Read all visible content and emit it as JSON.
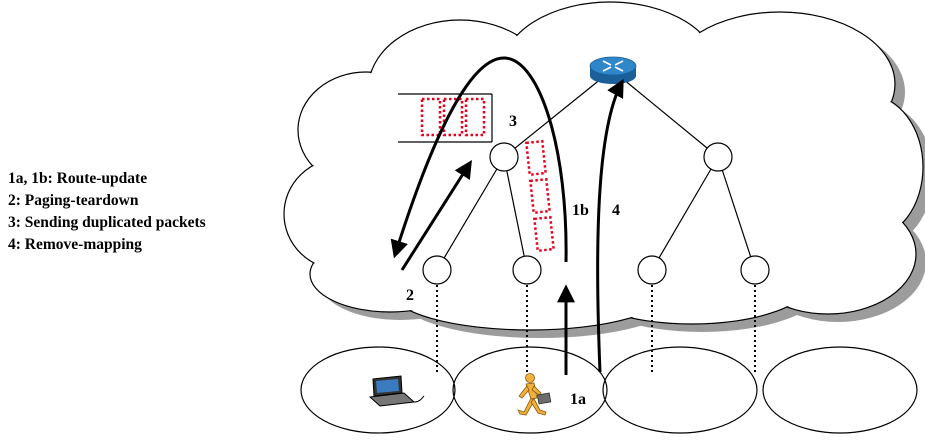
{
  "legend": {
    "items": [
      "1a, 1b: Route-update",
      "2: Paging-teardown",
      "3: Sending duplicated packets",
      "4:  Remove-mapping"
    ]
  },
  "step_labels": {
    "label_1a": "1a",
    "label_1b": "1b",
    "label_2": "2",
    "label_3": "3",
    "label_4": "4"
  },
  "icons": {
    "router": "router-icon",
    "laptop": "laptop-icon",
    "user": "walking-user-icon"
  },
  "colors": {
    "cloud_shadow": "#9c9c9c",
    "cloud_fill": "#ffffff",
    "router": "#2f86c8",
    "packet_dash": "#e8001c",
    "user": "#f2b13c"
  }
}
